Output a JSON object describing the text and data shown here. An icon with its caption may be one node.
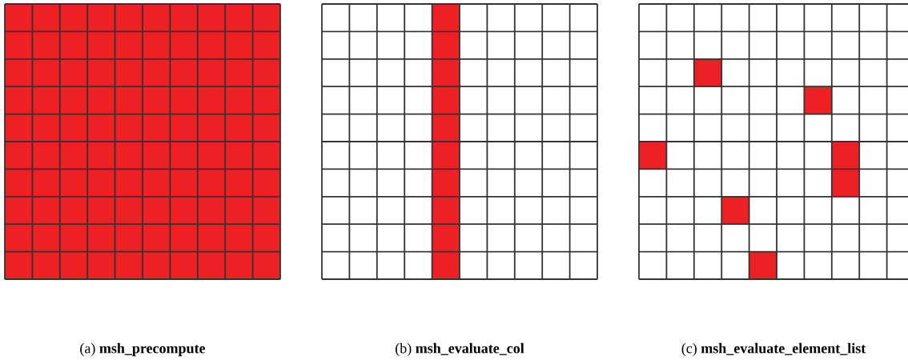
{
  "diagram": {
    "labels": [
      "(a) **msh_precompute**",
      "(b) **msh_evaluate_col**",
      "(c) **msh_evaluate_element_list**"
    ]
  }
}
